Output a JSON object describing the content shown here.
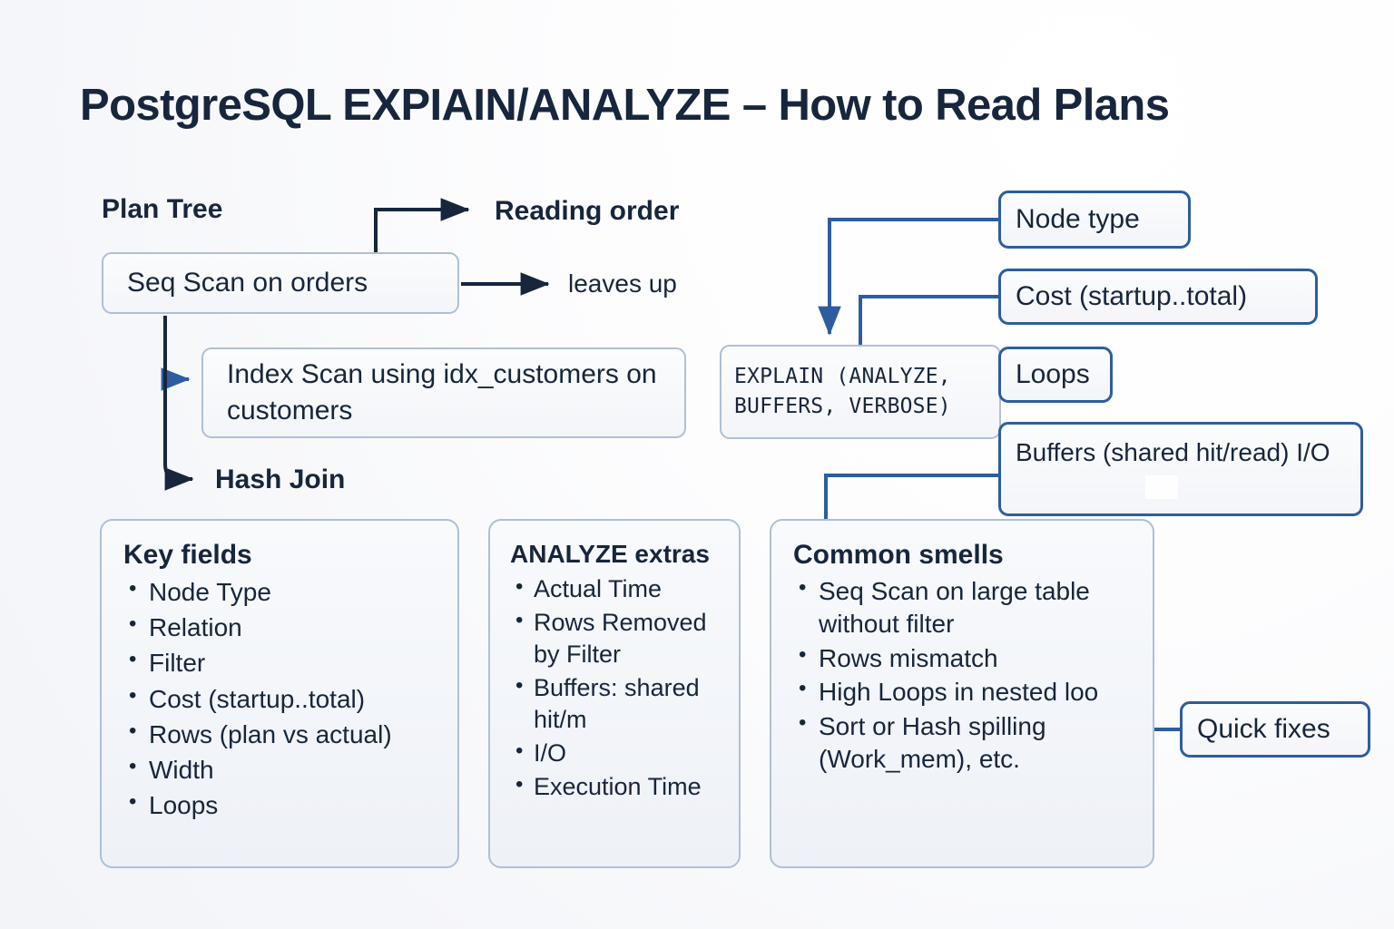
{
  "title": "PostgreSQL EXPIAIN/ANALYZE – How to Read Plans",
  "colors": {
    "background": "#f7f8fa",
    "text": "#17263c",
    "border_soft": "#aec0d6",
    "border_strong": "#2d5d9f",
    "wire_dark": "#17263c",
    "wire_blue": "#2d5d9f",
    "box_fill": "#f5f7fa"
  },
  "plan_tree": {
    "section_label": "Plan Tree",
    "root_node": "Seq Scan on orders",
    "child_node": "Index Scan using  idx_customers on customers",
    "leaf_node": "Hash Join",
    "annotations": {
      "reading_order": "Reading order",
      "leaves_up": "leaves up"
    }
  },
  "explain": {
    "code_line_1": "EXPLAIN (ANALYZE,",
    "code_line_2": "BUFFERS, VERBOSE)",
    "callouts": [
      {
        "id": "node-type",
        "label": "Node type"
      },
      {
        "id": "cost",
        "label": "Cost (startup..total)"
      },
      {
        "id": "loops",
        "label": "Loops"
      },
      {
        "id": "buffers",
        "label": "Buffers (shared hit/read) I/O"
      }
    ]
  },
  "panels": {
    "key_fields": {
      "title": "Key fields",
      "items": [
        "Node Type",
        "Relation",
        "Filter",
        "Cost (startup..total)",
        "Rows (plan vs actual)",
        "Width",
        "Loops"
      ]
    },
    "analyze_extras": {
      "title": "ANALYZE extras",
      "items": [
        "Actual Time",
        "Rows Removed by Filter",
        "Buffers: shared hit/m",
        "I/O",
        "Execution Time"
      ]
    },
    "common_smells": {
      "title": "Common smells",
      "items": [
        "Seq Scan on large table without filter",
        "Rows mismatch",
        "High Loops in nested loo",
        "Sort or Hash spilling (Work_mem), etc."
      ]
    }
  },
  "quick_fixes": {
    "label": "Quick fixes"
  }
}
